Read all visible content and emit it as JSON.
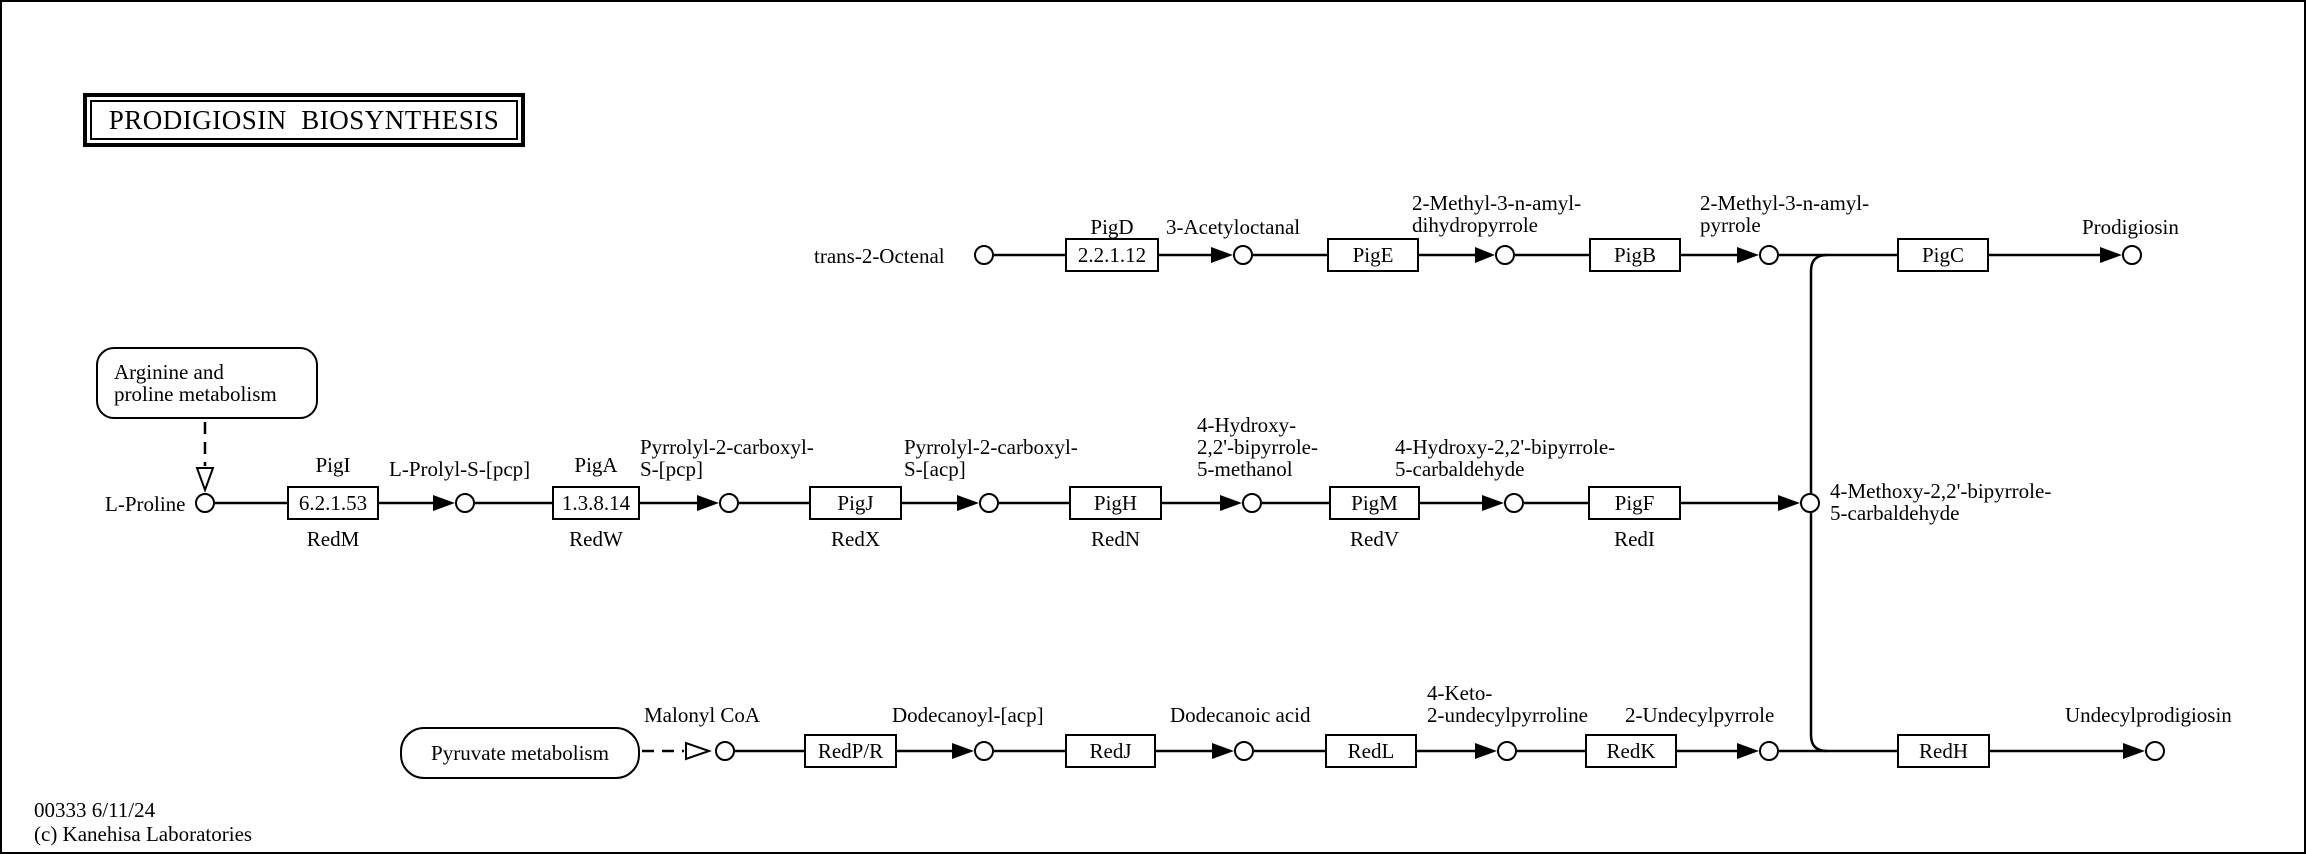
{
  "title": "PRODIGIOSIN  BIOSYNTHESIS",
  "colors": {
    "line": "#000000",
    "background": "#ffffff",
    "text": "#000000"
  },
  "maps": {
    "arginine": "Arginine and\nproline metabolism",
    "pyruvate": "Pyruvate metabolism"
  },
  "enzymes": {
    "pigD": {
      "box": "2.2.1.12",
      "above": "PigD"
    },
    "pigE": {
      "box": "PigE"
    },
    "pigB": {
      "box": "PigB"
    },
    "pigC": {
      "box": "PigC"
    },
    "pigI": {
      "box": "6.2.1.53",
      "above": "PigI",
      "below": "RedM"
    },
    "pigA": {
      "box": "1.3.8.14",
      "above": "PigA",
      "below": "RedW"
    },
    "pigJ": {
      "box": "PigJ",
      "below": "RedX"
    },
    "pigH": {
      "box": "PigH",
      "below": "RedN"
    },
    "pigM": {
      "box": "PigM",
      "below": "RedV"
    },
    "pigF": {
      "box": "PigF",
      "below": "RedI"
    },
    "redPR": {
      "box": "RedP/R"
    },
    "redJ": {
      "box": "RedJ"
    },
    "redL": {
      "box": "RedL"
    },
    "redK": {
      "box": "RedK"
    },
    "redH": {
      "box": "RedH"
    }
  },
  "compounds": {
    "trans2octenal": "trans-2-Octenal",
    "acetyloctanal": "3-Acetyloctanal",
    "methylamyldihydropyrrole": "2-Methyl-3-n-amyl-\ndihydropyrrole",
    "methylamylpyrrole": "2-Methyl-3-n-amyl-\npyrrole",
    "prodigiosin": "Prodigiosin",
    "lproline": "L-Proline",
    "lprolylpcp": "L-Prolyl-S-[pcp]",
    "pyrrolylpcp": "Pyrrolyl-2-carboxyl-\nS-[pcp]",
    "pyrrolylacp": "Pyrrolyl-2-carboxyl-\nS-[acp]",
    "hydroxybipyrrolemethanol": "4-Hydroxy-\n2,2'-bipyrrole-\n5-methanol",
    "hydroxybipyrrolecarbaldehyde": "4-Hydroxy-2,2'-bipyrrole-\n5-carbaldehyde",
    "methoxybipyrrolecarbaldehyde": "4-Methoxy-2,2'-bipyrrole-\n5-carbaldehyde",
    "malonylcoa": "Malonyl CoA",
    "dodecanoylacp": "Dodecanoyl-[acp]",
    "dodecanoicacid": "Dodecanoic acid",
    "ketoundecylpyrroline": "4-Keto-\n2-undecylpyrroline",
    "undecylpyrrole": "2-Undecylpyrrole",
    "undecylprodigiosin": "Undecylprodigiosin"
  },
  "footer": {
    "id_date": "00333 6/11/24",
    "copyright": "(c) Kanehisa Laboratories"
  }
}
